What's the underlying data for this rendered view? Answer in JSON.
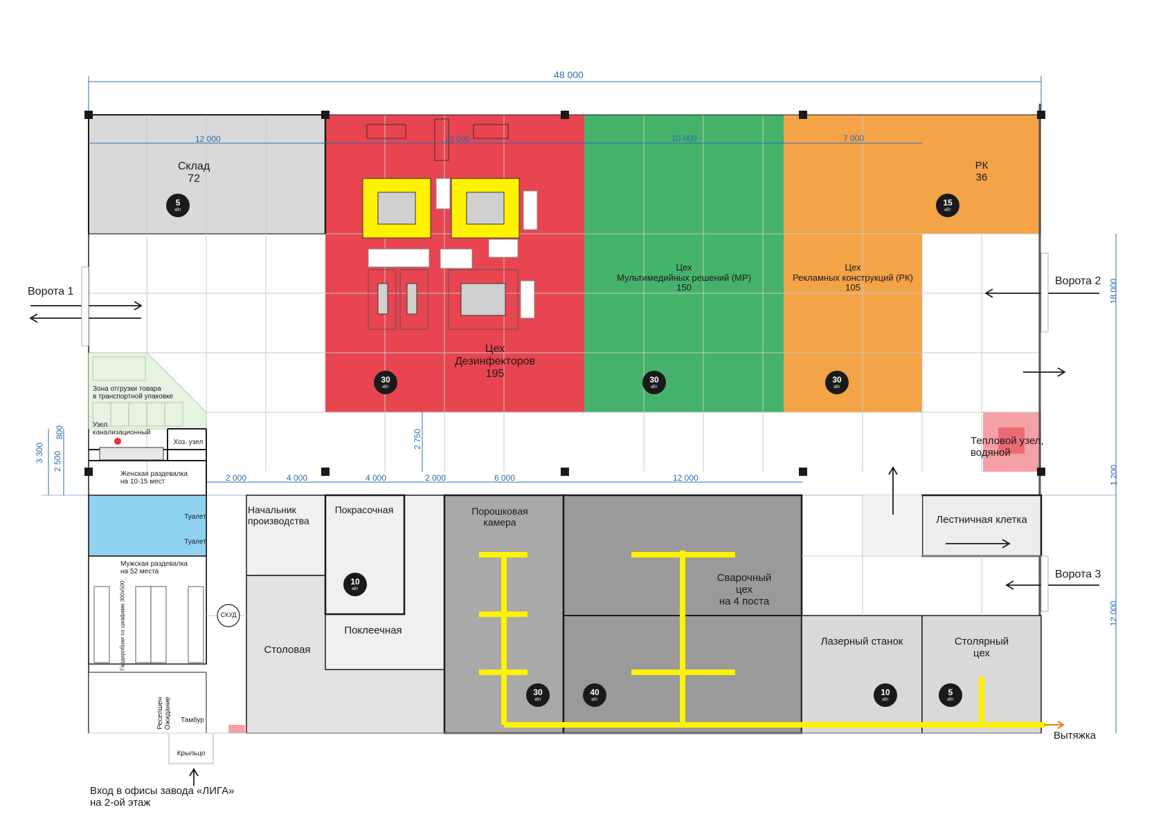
{
  "overall_width": "48 000",
  "dims": {
    "d12000_top": "12 000",
    "d13000": "13 000",
    "d10000": "10 000",
    "d7000": "7 000",
    "right_18000": "18 000",
    "right_1200": "1 200",
    "right_12000": "12 000",
    "left_3300": "3 300",
    "left_2500": "2 500",
    "left_800": "800",
    "mid_2750": "2 750",
    "row_2000a": "2 000",
    "row_4000a": "4 000",
    "row_4000b": "4 000",
    "row_2000b": "2 000",
    "row_6000": "6 000",
    "row_12000": "12 000"
  },
  "colors": {
    "red": "#e94550",
    "green": "#45b26b",
    "orange": "#f4a347",
    "grey_store": "#d9d9d9",
    "yellow": "#fff200",
    "blue": "#8fd3f0",
    "grid": "#c8c8c8",
    "heat": "#f4a0a4"
  },
  "rooms": {
    "sklad": "Склад\n72",
    "rk": "РК\n36",
    "dezinf": "Цех\nДезинфекторов\n195",
    "mr": "Цех\nМультимедийных решений (МР)\n150",
    "rk_ceh": "Цех\nРекламных конструкций (РК)\n105",
    "zona": "Зона отгрузки товара\nв транспортной упаковке",
    "uzel_kan": "Узел\nканализационный",
    "hoz": "Хоз. узел",
    "teplo": "Тепловой узел,\nводяной",
    "zhen": "Женская раздевалка\nна 10-15 мест",
    "muzh": "Мужская раздевалка\nна 52 места",
    "tualet1": "Туалет",
    "tualet2": "Туалет",
    "garderob": "Гардеробная со шкафами 300х500",
    "nachalnik": "Начальник\nпроизводства",
    "pokras": "Покрасочная",
    "poroshk": "Порошковая\nкамера",
    "lestn": "Лестничная клетка",
    "svar": "Сварочный\nцех\nна 4 поста",
    "stolovaya": "Столовая",
    "pokleech": "Поклеечная",
    "lazer": "Лазерный станок",
    "stolyar": "Столярный\nцех",
    "reception": "Ресепшен\nОжидание",
    "tambur": "Тамбур",
    "kryltso": "Крыльцо",
    "skud": "СКУД"
  },
  "gates": {
    "vorota1": "Ворота 1",
    "vorota2": "Ворота 2",
    "vorota3": "Ворота 3",
    "vytyazhka": "Вытяжка"
  },
  "entrance": "Вход в офисы завода «ЛИГА»\nна 2-ой этаж",
  "power_unit": "кВт",
  "power": {
    "sklad": "5",
    "rk": "15",
    "dezinf": "30",
    "mr": "30",
    "rk_ceh": "30",
    "pokras": "10",
    "poroshk": "30",
    "svar": "40",
    "lazer": "10",
    "stolyar": "5"
  }
}
